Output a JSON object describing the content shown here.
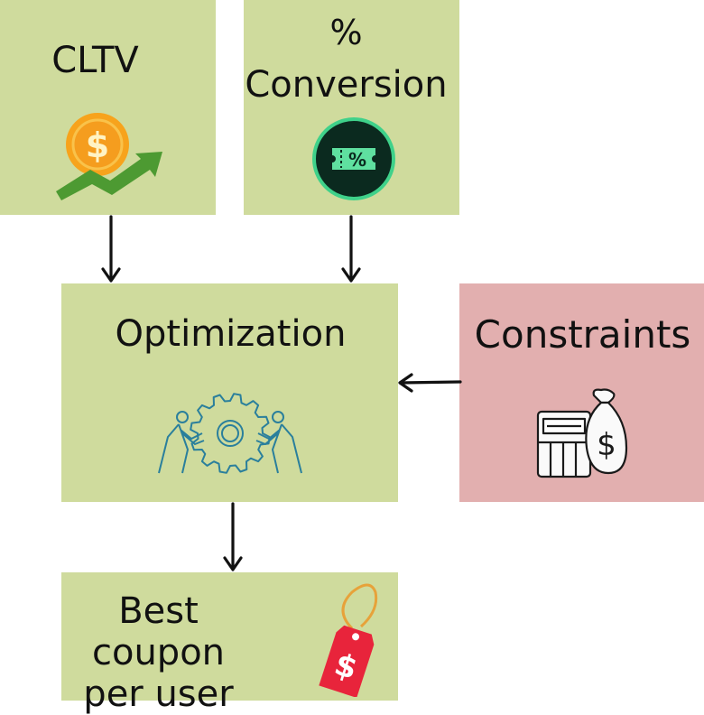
{
  "nodes": {
    "cltv": {
      "label": "CLTV",
      "icon": "dollar-coin-growth-icon"
    },
    "conversion": {
      "symbol": "%",
      "label": "Conversion",
      "icon": "percent-ticket-icon"
    },
    "optimization": {
      "label": "Optimization",
      "icon": "people-pushing-gear-icon"
    },
    "constraints": {
      "label": "Constraints",
      "icon": "calculator-money-bag-icon"
    },
    "best_coupon": {
      "label": "Best coupon per user",
      "icon": "dollar-price-tag-icon"
    }
  },
  "colors": {
    "green_box": "#cfdb9d",
    "pink_box": "#e2afaf",
    "coin": "#f7a31c",
    "arrow_green": "#4d9a32",
    "ticket_bg": "#0b2a1f",
    "tag_red": "#e8243b",
    "gear_stroke": "#2a7f9c"
  },
  "edges": [
    {
      "from": "CLTV",
      "to": "Optimization"
    },
    {
      "from": "Conversion",
      "to": "Optimization"
    },
    {
      "from": "Constraints",
      "to": "Optimization"
    },
    {
      "from": "Optimization",
      "to": "Best coupon per user"
    }
  ]
}
